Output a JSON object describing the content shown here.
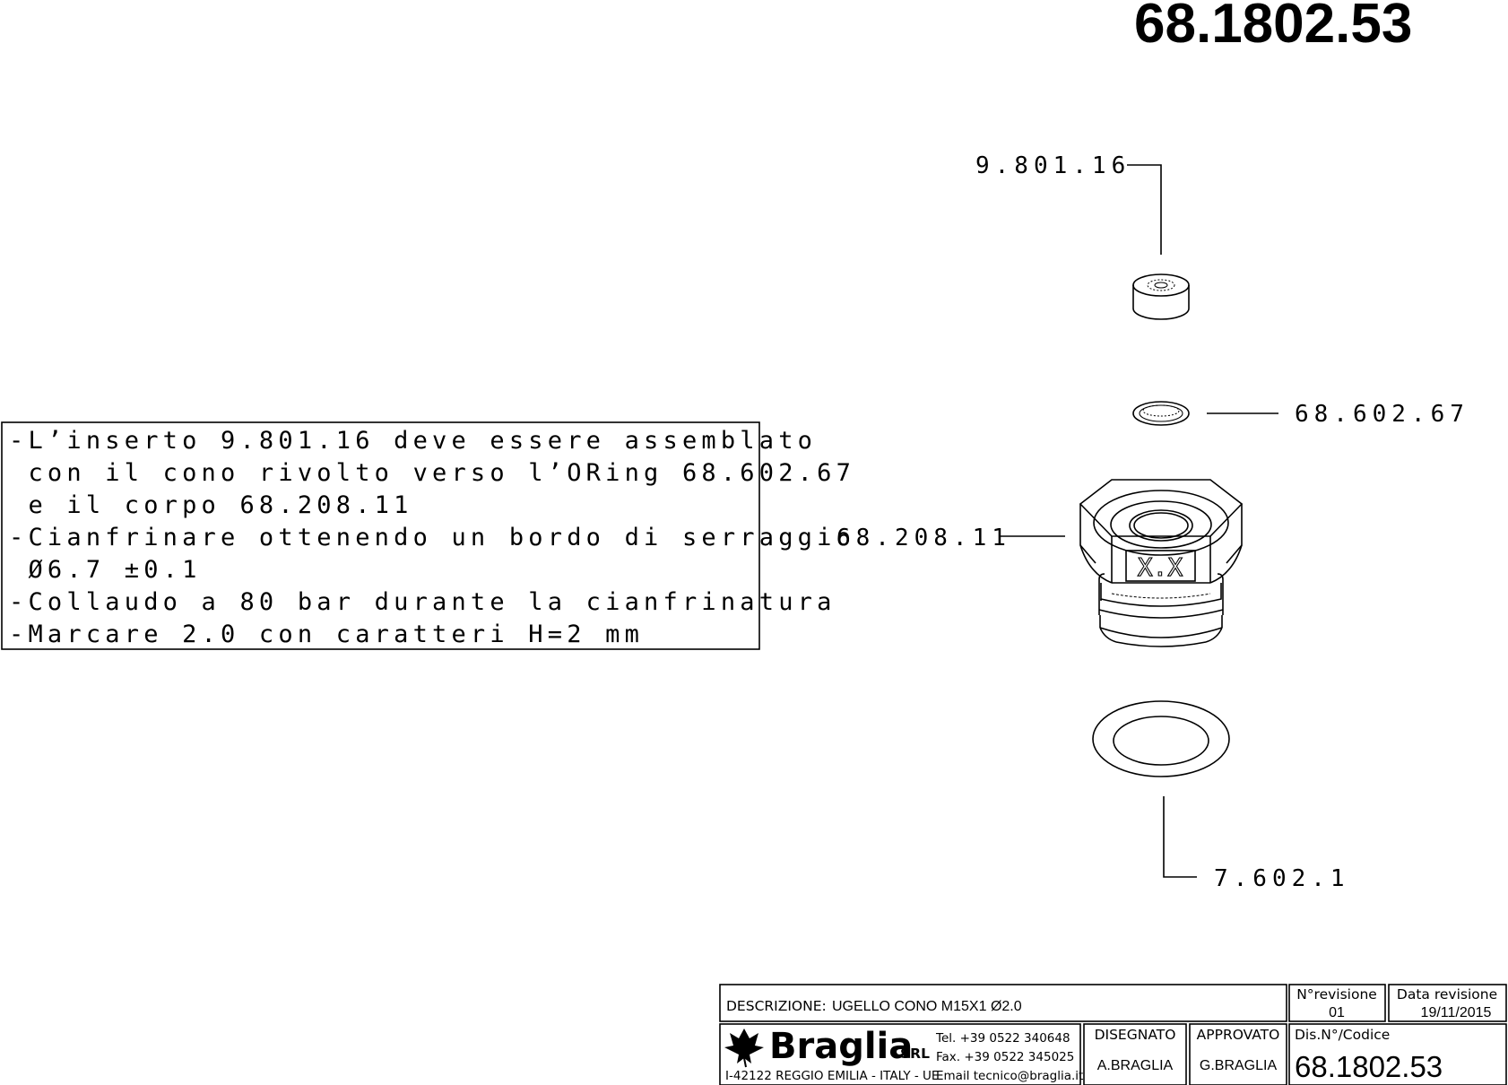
{
  "drawing_number": "68.1802.53",
  "callouts": {
    "insert": "9.801.16",
    "oring_small": "68.602.67",
    "body": "68.208.11",
    "oring_large": "7.602.1"
  },
  "marking": "X.X",
  "notes": [
    "-L’inserto 9.801.16 deve essere assemblato",
    " con il cono rivolto verso l’ORing 68.602.67",
    " e il corpo 68.208.11",
    "-Cianfrinare ottenendo un bordo di serraggio",
    " Ø6.7 ±0.1",
    "-Collaudo a 80 bar durante la cianfrinatura",
    "-Marcare 2.0 con caratteri H=2 mm"
  ],
  "title_block": {
    "description_label": "DESCRIZIONE:",
    "description_value": "UGELLO CONO M15X1 Ø2.0",
    "revision_label": "N°revisione",
    "revision_value": "01",
    "revision_date_label": "Data revisione",
    "revision_date_value": "19/11/2015",
    "company": "Braglia",
    "company_suffix": "SRL",
    "tel": "Tel. +39 0522 340648",
    "fax": "Fax. +39 0522 345025",
    "email": "Email tecnico@braglia.it",
    "address": "I-42122 REGGIO EMILIA - ITALY - UE",
    "drawn_label": "DISEGNATO",
    "drawn_value": "A.BRAGLIA",
    "approved_label": "APPROVATO",
    "approved_value": "G.BRAGLIA",
    "code_label": "Dis.N°/Codice",
    "code_value": "68.1802.53"
  }
}
